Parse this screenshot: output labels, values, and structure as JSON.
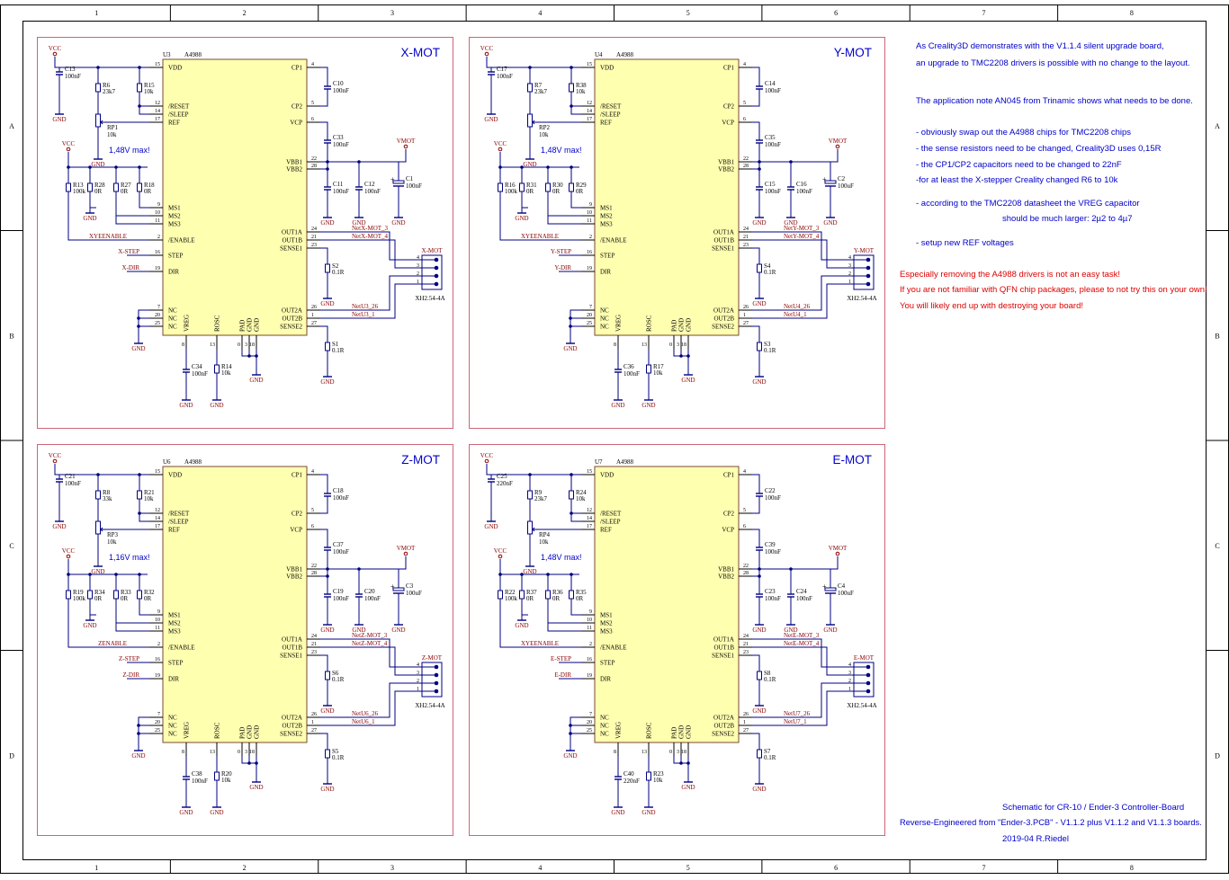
{
  "frame": {
    "columns": [
      "1",
      "2",
      "3",
      "4",
      "5",
      "6",
      "7",
      "8"
    ],
    "rows": [
      "A",
      "B",
      "C",
      "D"
    ]
  },
  "colors": {
    "border": "#000000",
    "block_border": "#cc6677",
    "ic_fill": "#ffffb0",
    "ic_border": "#7a4a30",
    "wire": "#000080",
    "net": "#8b0000",
    "pin": "#000000",
    "title": "#0000cc",
    "warning": "#dd0000"
  },
  "blocks": [
    {
      "title": "X-MOT",
      "ref": "U3",
      "chip": "A4988",
      "c_vdd": "C13",
      "c_vdd_val": "100nF",
      "r_div": "R6",
      "r_div_val": "23k7",
      "r_pu": "R15",
      "r_pu_val": "10k",
      "rp": "RP1",
      "rp_val": "10k",
      "vref_note": "1,48V max!",
      "r_ms1": "R13",
      "r_ms1_val": "100k",
      "r_ms2": "R28",
      "r_ms3": "R27",
      "r_ms4": "R18",
      "c_cp": "C10",
      "c_vcp": "C33",
      "c_vbb1": "C11",
      "c_vbb2": "C12",
      "c_bulk": "C1",
      "c_bulk_val": "100nF",
      "r_sense1": "S2",
      "r_sense2": "S1",
      "c_vreg": "C34",
      "c_vreg_val": "100nF",
      "r_rosc": "R14",
      "enable_net": "XYEENABLE",
      "step_net": "X-STEP",
      "dir_net": "X-DIR",
      "out1a_net": "NetX-MOT_3",
      "out1b_net": "NetX-MOT_4",
      "out2a_net": "NetU3_26",
      "out2b_net": "NetU3_1",
      "conn": "X-MOT"
    },
    {
      "title": "Y-MOT",
      "ref": "U4",
      "chip": "A4988",
      "c_vdd": "C17",
      "c_vdd_val": "100nF",
      "r_div": "R7",
      "r_div_val": "23k7",
      "r_pu": "R38",
      "r_pu_val": "10k",
      "rp": "RP2",
      "rp_val": "10k",
      "vref_note": "1,48V max!",
      "r_ms1": "R16",
      "r_ms1_val": "100k",
      "r_ms2": "R31",
      "r_ms3": "R30",
      "r_ms4": "R29",
      "c_cp": "C14",
      "c_vcp": "C35",
      "c_vbb1": "C15",
      "c_vbb2": "C16",
      "c_bulk": "C2",
      "c_bulk_val": "100uF",
      "r_sense1": "S4",
      "r_sense2": "S3",
      "c_vreg": "C36",
      "c_vreg_val": "100nF",
      "r_rosc": "R17",
      "enable_net": "XYEENABLE",
      "step_net": "Y-STEP",
      "dir_net": "Y-DIR",
      "out1a_net": "NetY-MOT_3",
      "out1b_net": "NetY-MOT_4",
      "out2a_net": "NetU4_26",
      "out2b_net": "NetU4_1",
      "conn": "Y-MOT"
    },
    {
      "title": "Z-MOT",
      "ref": "U6",
      "chip": "A4988",
      "c_vdd": "C21",
      "c_vdd_val": "100nF",
      "r_div": "R8",
      "r_div_val": "33k",
      "r_pu": "R21",
      "r_pu_val": "10k",
      "rp": "RP3",
      "rp_val": "10k",
      "vref_note": "1,16V max!",
      "r_ms1": "R19",
      "r_ms1_val": "100k",
      "r_ms2": "R34",
      "r_ms3": "R33",
      "r_ms4": "R32",
      "c_cp": "C18",
      "c_vcp": "C37",
      "c_vbb1": "C19",
      "c_vbb2": "C20",
      "c_bulk": "C3",
      "c_bulk_val": "100uF",
      "r_sense1": "S6",
      "r_sense2": "S5",
      "c_vreg": "C38",
      "c_vreg_val": "100nF",
      "r_rosc": "R20",
      "enable_net": "ZENABLE",
      "step_net": "Z-STEP",
      "dir_net": "Z-DIR",
      "out1a_net": "NetZ-MOT_3",
      "out1b_net": "NetZ-MOT_4",
      "out2a_net": "NetU6_26",
      "out2b_net": "NetU6_1",
      "conn": "Z-MOT"
    },
    {
      "title": "E-MOT",
      "ref": "U7",
      "chip": "A4988",
      "c_vdd": "C25",
      "c_vdd_val": "220nF",
      "r_div": "R9",
      "r_div_val": "23k7",
      "r_pu": "R24",
      "r_pu_val": "10k",
      "rp": "RP4",
      "rp_val": "10k",
      "vref_note": "1,48V max!",
      "r_ms1": "R22",
      "r_ms1_val": "100k",
      "r_ms2": "R37",
      "r_ms3": "R36",
      "r_ms4": "R35",
      "c_cp": "C22",
      "c_vcp": "C39",
      "c_vbb1": "C23",
      "c_vbb2": "C24",
      "c_bulk": "C4",
      "c_bulk_val": "100uF",
      "r_sense1": "S8",
      "r_sense2": "S7",
      "c_vreg": "C40",
      "c_vreg_val": "220nF",
      "r_rosc": "R23",
      "enable_net": "XYEENABLE",
      "step_net": "E-STEP",
      "dir_net": "E-DIR",
      "out1a_net": "NetE-MOT_3",
      "out1b_net": "NetE-MOT_4",
      "out2a_net": "NetU7_26",
      "out2b_net": "NetU7_1",
      "conn": "E-MOT"
    }
  ],
  "common": {
    "vcc": "VCC",
    "vmot": "VMOT",
    "gnd": "GND",
    "c_cp_val": "100nF",
    "c_vcp_val": "100nF",
    "c_vbb1_val": "100nF",
    "c_vbb2_val": "100nF",
    "r_ms_val": "0R",
    "r_sense_val": "0.1R",
    "r_rosc_val": "10k",
    "conn_part": "XH2.54-4A",
    "conn_pins": [
      "4",
      "3",
      "2",
      "1"
    ],
    "left_pins": [
      {
        "name": "VDD",
        "num": "15"
      },
      {
        "name": "/RESET",
        "num": "12"
      },
      {
        "name": "/SLEEP",
        "num": "14"
      },
      {
        "name": "REF",
        "num": "17"
      },
      {
        "name": "MS1",
        "num": "9"
      },
      {
        "name": "MS2",
        "num": "10"
      },
      {
        "name": "MS3",
        "num": "11"
      },
      {
        "name": "/ENABLE",
        "num": "2"
      },
      {
        "name": "STEP",
        "num": "16"
      },
      {
        "name": "DIR",
        "num": "19"
      },
      {
        "name": "NC",
        "num": "7"
      },
      {
        "name": "NC",
        "num": "20"
      },
      {
        "name": "NC",
        "num": "25"
      }
    ],
    "right_pins": [
      {
        "name": "CP1",
        "num": "4"
      },
      {
        "name": "CP2",
        "num": "5"
      },
      {
        "name": "VCP",
        "num": "6"
      },
      {
        "name": "VBB1",
        "num": "22"
      },
      {
        "name": "VBB2",
        "num": "28"
      },
      {
        "name": "OUT1A",
        "num": "24"
      },
      {
        "name": "OUT1B",
        "num": "21"
      },
      {
        "name": "SENSE1",
        "num": "23"
      },
      {
        "name": "OUT2A",
        "num": "26"
      },
      {
        "name": "OUT2B",
        "num": "1"
      },
      {
        "name": "SENSE2",
        "num": "27"
      }
    ],
    "bottom_pins": [
      {
        "name": "VREG",
        "num": "8"
      },
      {
        "name": "ROSC",
        "num": "13"
      },
      {
        "name": "PAD",
        "num": "0"
      },
      {
        "name": "GND",
        "num": "3"
      },
      {
        "name": "GND",
        "num": "18"
      }
    ]
  },
  "notes": {
    "blue": [
      "As Creality3D demonstrates with the V1.1.4 silent upgrade board,",
      "an upgrade to TMC2208 drivers is possible with no change to the layout.",
      "The application note AN045 from Trinamic shows what needs to be done.",
      "- obviously swap out the A4988 chips for TMC2208 chips",
      "- the sense resistors need to be changed, Creality3D uses 0,15R",
      "- the CP1/CP2 capacitors need to be changed to 22nF",
      "-for at least the X-stepper Creality changed R6 to 10k",
      "- according to the TMC2208 datasheet the VREG capacitor",
      "should be much larger: 2µ2 to 4µ7",
      "- setup new REF voltages"
    ],
    "red": [
      "Especially removing the A4988 drivers is not an easy task!",
      "If you are not familiar with QFN chip packages, please to not try this on your own!",
      "You will likely end up with destroying your board!"
    ]
  },
  "titleblock": {
    "line1": "Schematic for CR-10 / Ender-3 Controller-Board",
    "line2": "Reverse-Engineered from \"Ender-3.PCB\" - V1.1.2 plus V1.1.2 and V1.1.3 boards.",
    "line3": "2019-04 R.Riedel"
  }
}
